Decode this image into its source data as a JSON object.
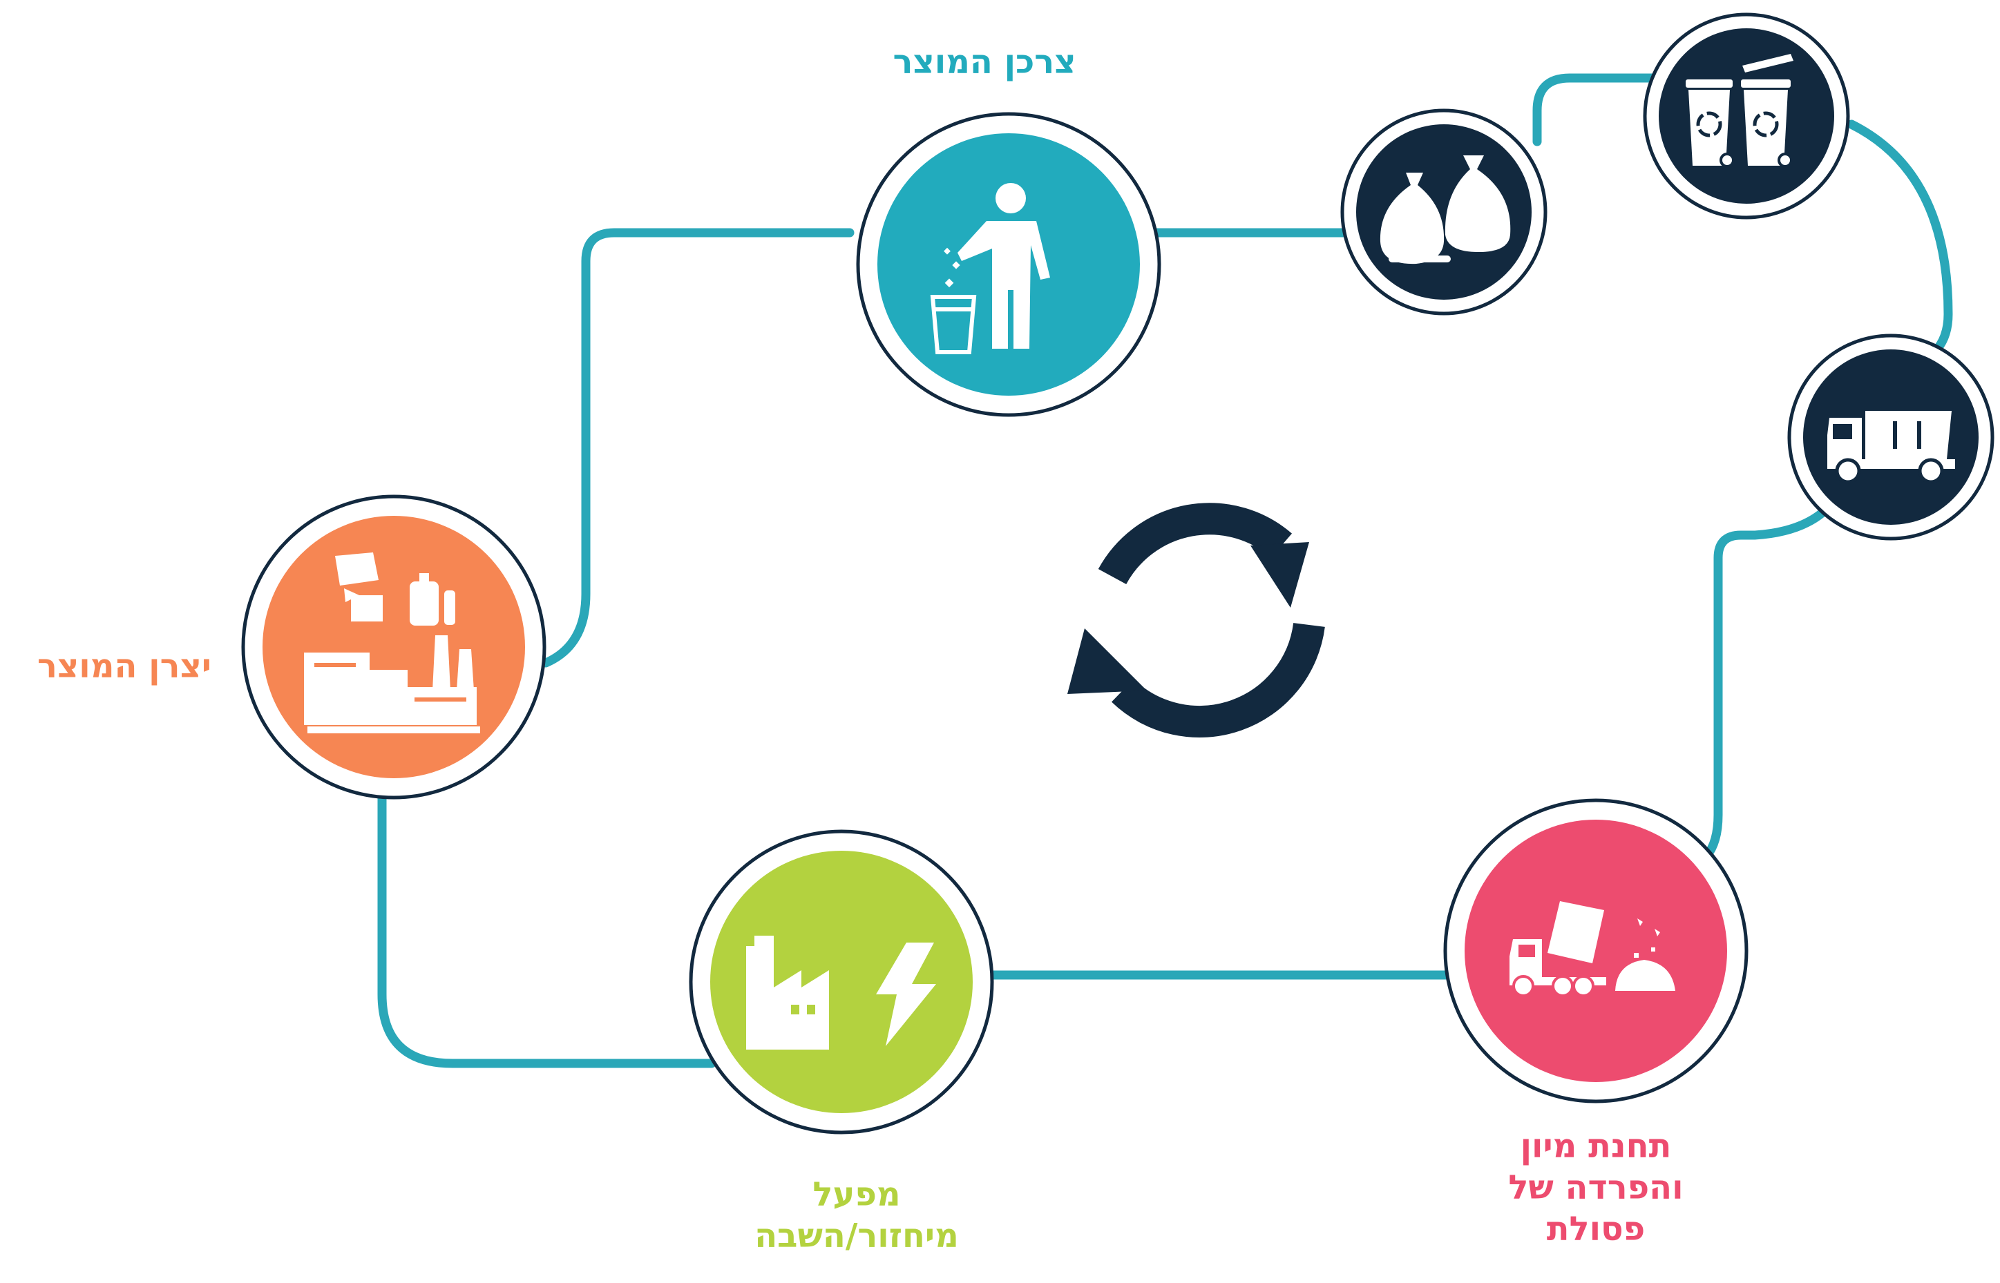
{
  "nodes": {
    "consumer": {
      "label": "צרכן המוצר",
      "color": "#22abbd"
    },
    "producer": {
      "label": "יצרן המוצר",
      "color": "#f68653"
    },
    "recycling": {
      "label_lines": [
        "מפעל",
        "מיחזור/השבה"
      ],
      "color": "#b3d23f"
    },
    "sorting": {
      "label_lines": [
        "תחנת מיון",
        "והפרדה של",
        "פסולת"
      ],
      "color": "#ed4c6f"
    },
    "bags": {
      "icon": "garbage-bags-icon",
      "color": "#12293f"
    },
    "bins": {
      "icon": "recycling-bins-icon",
      "color": "#12293f"
    },
    "truck": {
      "icon": "dump-truck-icon",
      "color": "#12293f"
    }
  },
  "center_icon": {
    "icon": "refresh-cycle-icon",
    "color": "#12293f"
  },
  "path_color": "#2aa7b8"
}
